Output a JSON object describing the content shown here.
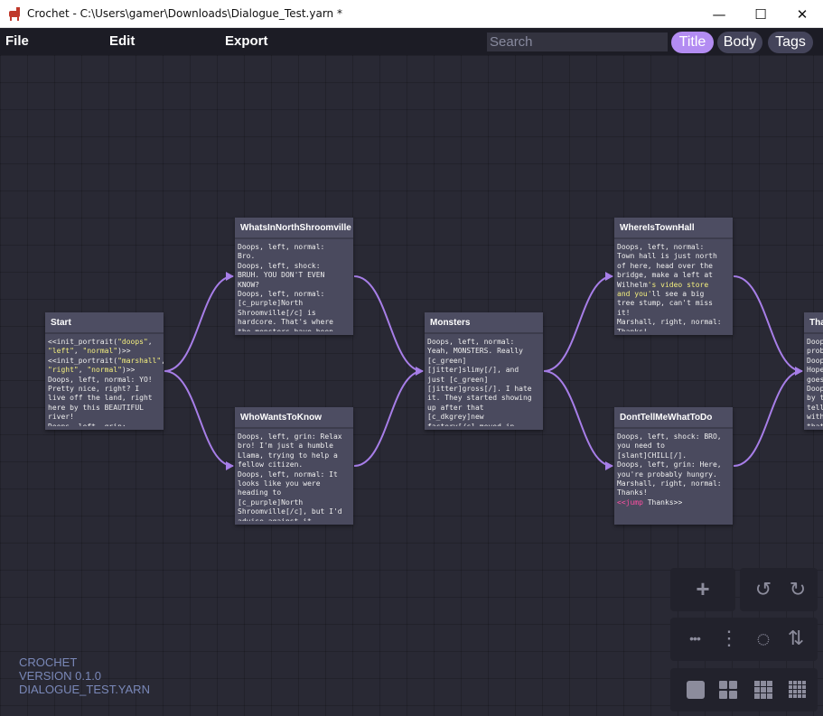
{
  "window": {
    "title": "Crochet - C:\\Users\\gamer\\Downloads\\Dialogue_Test.yarn *",
    "minimize_glyph": "—",
    "maximize_glyph": "☐",
    "close_glyph": "✕"
  },
  "menu": {
    "file": "File",
    "edit": "Edit",
    "export": "Export",
    "search_placeholder": "Search",
    "filters": [
      "Title",
      "Body",
      "Tags"
    ],
    "active_filter": "Title"
  },
  "nodes": {
    "start": {
      "title": "Start",
      "lines": [
        [
          "<<init_portrait(",
          {
            "y": "\"doops\""
          },
          ","
        ],
        [
          {
            "y": "\"left\""
          },
          ", ",
          {
            "y": "\"normal\""
          },
          ")>>"
        ],
        [
          "<<init_portrait(",
          {
            "y": "\"marshall\""
          },
          ","
        ],
        [
          {
            "y": "\"right\""
          },
          ", ",
          {
            "y": "\"normal\""
          },
          ")>>"
        ],
        [
          "Doops, left, normal: YO!"
        ],
        [
          "Pretty nice, right? I"
        ],
        [
          "live off the land, right"
        ],
        [
          "here by this BEAUTIFUL"
        ],
        [
          "river!"
        ],
        [
          "Doops, left, grin:"
        ]
      ]
    },
    "whats_in_north": {
      "title": "WhatsInNorthShroomville",
      "lines": [
        [
          "Doops, left, normal:"
        ],
        [
          "Bro."
        ],
        [
          "Doops, left, shock:"
        ],
        [
          "BRUH. YOU DON'T EVEN"
        ],
        [
          "KNOW?"
        ],
        [
          "Doops, left, normal:"
        ],
        [
          "[c_purple]North"
        ],
        [
          "Shroomville[/c] is"
        ],
        [
          "hardcore. That's where"
        ],
        [
          "the monsters have been"
        ]
      ]
    },
    "who_wants": {
      "title": "WhoWantsToKnow",
      "lines": [
        [
          "Doops, left, grin: Relax"
        ],
        [
          "bro! I'm just a humble"
        ],
        [
          "Llama, trying to help a"
        ],
        [
          "fellow citizen."
        ],
        [
          "Doops, left, normal: It"
        ],
        [
          "looks like you were"
        ],
        [
          "heading to"
        ],
        [
          "[c_purple]North"
        ],
        [
          "Shroomville[/c], but I'd"
        ],
        [
          "advise against it"
        ]
      ]
    },
    "monsters": {
      "title": "Monsters",
      "lines": [
        [
          "Doops, left, normal:"
        ],
        [
          "Yeah, MONSTERS. Really"
        ],
        [
          "[c_green]"
        ],
        [
          "[jitter]slimy[/], and"
        ],
        [
          "just [c_green]"
        ],
        [
          "[jitter]gross[/]. I hate"
        ],
        [
          "it. They started showing"
        ],
        [
          "up after that"
        ],
        [
          "[c_dkgrey]new"
        ],
        [
          "factory[/c] moved in"
        ]
      ]
    },
    "where_town_hall": {
      "title": "WhereIsTownHall",
      "lines": [
        [
          "Doops, left, normal:"
        ],
        [
          "Town hall is just north"
        ],
        [
          "of here, head over the"
        ],
        [
          "bridge, make a left at"
        ],
        [
          "Wilhelm",
          {
            "y": "'s video store"
          }
        ],
        [
          {
            "y": "and you'"
          },
          "ll see a big"
        ],
        [
          "tree stump, can't miss"
        ],
        [
          "it!"
        ],
        [
          "Marshall, right, normal:"
        ],
        [
          "Thanks!"
        ]
      ]
    },
    "dont_tell_me": {
      "title": "DontTellMeWhatToDo",
      "lines": [
        [
          "Doops, left, shock: BRO,"
        ],
        [
          "you need to"
        ],
        [
          "[slant]CHILL[/]."
        ],
        [
          "Doops, left, grin: Here,"
        ],
        [
          "you're probably hungry."
        ],
        [
          "Marshall, right, normal:"
        ],
        [
          "Thanks!"
        ],
        [
          {
            "p": "<<jump"
          },
          " Thanks>>"
        ]
      ]
    },
    "thanks": {
      "title": "Thanks",
      "lines": [
        [
          "Doops, left, normal:"
        ],
        [
          "probably..."
        ],
        [
          "Doops, left, normal:"
        ],
        [
          "Hope you have a good"
        ],
        [
          "goes on."
        ],
        [
          "Doops, left, normal:"
        ],
        [
          "by the way, I didn't"
        ],
        [
          "tell you to do"
        ],
        [
          "without asking"
        ],
        [
          "that."
        ]
      ]
    }
  },
  "watermark": {
    "app": "CROCHET",
    "version": "VERSION 0.1.0",
    "file": "DIALOGUE_TEST.YARN"
  },
  "toolbar": {
    "add_icon": "+",
    "undo_icon": "↺",
    "redo_icon": "↻",
    "arrange_horizontal_icon": "•••",
    "arrange_vertical_icon": "⋮",
    "arrange_circle_icon": "◌",
    "sort_icon": "⇅"
  },
  "colors": {
    "accent": "#b38cf2",
    "wire": "#a77ee8",
    "canvas": "#292934",
    "node": "#4a4a5e",
    "watermark": "#7a88b8"
  }
}
